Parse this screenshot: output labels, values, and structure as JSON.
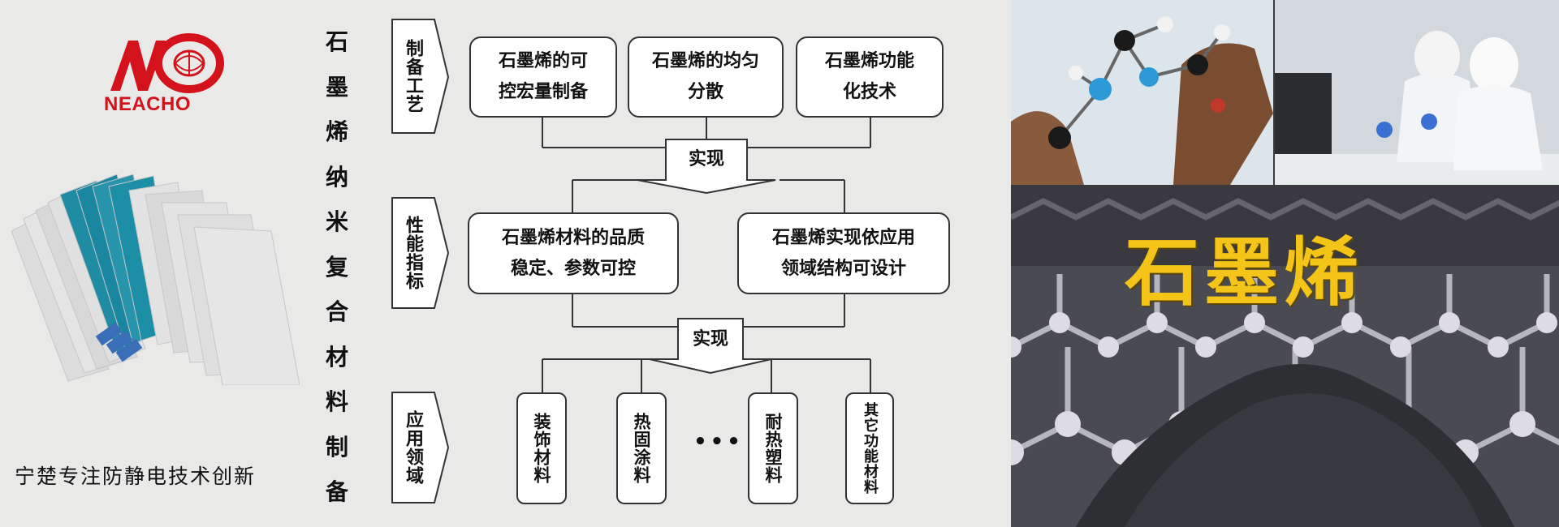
{
  "brand": {
    "name": "NEACHO",
    "slogan": "宁楚专注防静电技术创新",
    "accent": "#d3121b"
  },
  "vertical_title": [
    "石",
    "墨",
    "烯",
    "纳",
    "米",
    "复",
    "合",
    "材",
    "料",
    "制",
    "备"
  ],
  "diagram": {
    "stages": [
      {
        "label": "制备工艺"
      },
      {
        "label": "性能指标"
      },
      {
        "label": "应用领域"
      }
    ],
    "process_boxes": [
      {
        "line1": "石墨烯的可",
        "line2": "控宏量制备"
      },
      {
        "line1": "石墨烯的均匀",
        "line2": "分散"
      },
      {
        "line1": "石墨烯功能",
        "line2": "化技术"
      }
    ],
    "connector_1": "实现",
    "property_boxes": [
      {
        "line1": "石墨烯材料的品质",
        "line2": "稳定、参数可控"
      },
      {
        "line1": "石墨烯实现依应用",
        "line2": "领域结构可设计"
      }
    ],
    "connector_2": "实现",
    "application_boxes": [
      "装饰材料",
      "热固涂料",
      "耐热塑料",
      "其它功能材料"
    ],
    "ellipsis": "•••"
  },
  "right_banner": {
    "title": "石墨烯"
  },
  "colors": {
    "background": "#e9e9e7",
    "teal_sheet": "#1c8ea6",
    "gold_title": "#f4c518",
    "dark_panel": "#3b3b3f"
  }
}
